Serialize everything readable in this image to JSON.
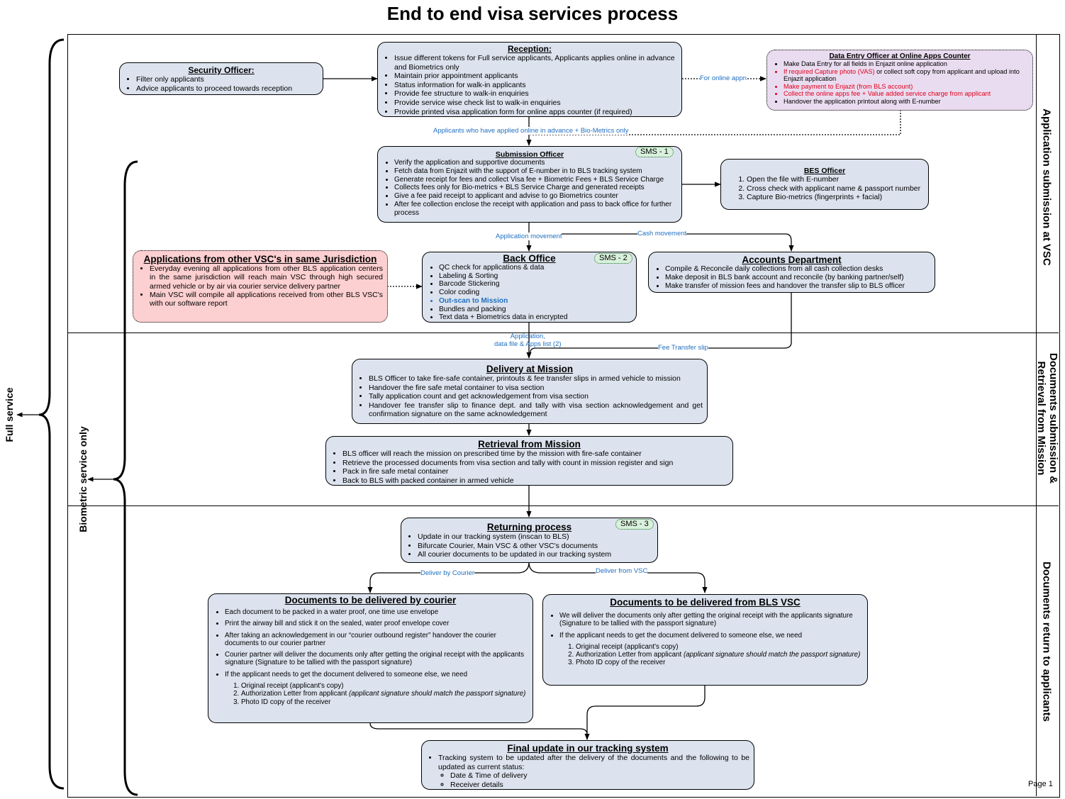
{
  "title": "End to end visa services process",
  "side_labels": {
    "full_service": "Full service",
    "biometric_service": "Biometric service only",
    "lane1": "Application submission at VSC",
    "lane2_line1": "Documents submission &",
    "lane2_line2": "Retrieval from Mission",
    "lane3": "Documents return to applicants"
  },
  "security": {
    "title": "Security Officer:",
    "items": [
      "Filter only applicants",
      "Advice applicants to proceed towards reception"
    ]
  },
  "reception": {
    "title": "Reception:",
    "items": [
      "Issue different tokens for Full service applicants, Applicants applies online in advance and Biometrics only",
      "Maintain prior appointment applicants",
      "Status information for walk-in applicants",
      "Provide fee structure to walk-in enquiries",
      "Provide service wise check list to walk-in enquiries",
      "Provide printed visa application form for online apps counter (if required)"
    ]
  },
  "data_entry": {
    "title": "Data Entry Officer at Online Apps Counter",
    "items": [
      {
        "text": "Make Data Entry for all fields in Enjazit online application",
        "color": "#000000"
      },
      {
        "text": "If required Capture photo (VAS)",
        "color": "#e0001b"
      },
      {
        "text": " or collect soft copy from applicant and upload into Enjazit application",
        "color": "#000000"
      },
      {
        "text": "Make payment to Enjazit (from BLS account)",
        "color": "#e0001b"
      },
      {
        "text": "Collect the online apps fee + Value added service charge from applicant",
        "color": "#e0001b"
      },
      {
        "text": "Handover the application printout along with E-number",
        "color": "#000000"
      }
    ]
  },
  "submission": {
    "title": "Submission Officer",
    "badge": "SMS - 1",
    "items": [
      "Verify the application and supportive documents",
      "Fetch data from Enjazit with the support of E-number in to BLS tracking system",
      "Generate receipt for fees and collect Visa fee + Biometric Fees + BLS Service Charge",
      "Collects fees only for Bio-metrics + BLS Service Charge and generated receipts",
      "Give a fee paid receipt to applicant and advise to go Biometrics counter",
      "After fee collection enclose the receipt with application and pass to back office for further process"
    ]
  },
  "bes": {
    "title": "BES Officer",
    "items": [
      "Open the file with E-number",
      "Cross check with applicant name & passport number",
      "Capture Bio-metrics (fingerprints + facial)"
    ]
  },
  "other_vsc": {
    "title": "Applications from other VSC's in same Jurisdiction",
    "items": [
      "Everyday evening all applications from other BLS application centers in the same jurisdiction will reach main VSC through high secured armed vehicle or by air via courier service delivery partner",
      "Main VSC will compile all applications received from other BLS VSC's with our software report"
    ]
  },
  "back_office": {
    "title": "Back Office",
    "badge": "SMS - 2",
    "items": [
      {
        "text": "QC check for applications & data",
        "highlight": false
      },
      {
        "text": "Labeling & Sorting",
        "highlight": false
      },
      {
        "text": "Barcode Stickering",
        "highlight": false
      },
      {
        "text": "Color coding",
        "highlight": false
      },
      {
        "text": "Out-scan to Mission",
        "highlight": true
      },
      {
        "text": "Bundles and packing",
        "highlight": false
      },
      {
        "text": "Text data + Biometrics data in encrypted",
        "highlight": false
      }
    ]
  },
  "accounts": {
    "title": "Accounts Department",
    "items": [
      "Compile & Reconcile daily collections from all cash collection desks",
      "Make deposit in BLS bank account and reconcile (by banking partner/self)",
      "Make transfer of mission fees and handover the transfer slip to BLS officer"
    ]
  },
  "delivery_mission": {
    "title": "Delivery at Mission",
    "items": [
      "BLS Officer to take fire-safe container, printouts & fee transfer slips in armed vehicle to mission",
      "Handover the fire safe metal container to visa section",
      "Tally application count and get acknowledgement from visa section",
      "Handover fee transfer slip to finance dept. and tally with visa section acknowledgement and get confirmation signature on the same acknowledgement"
    ]
  },
  "retrieval": {
    "title": "Retrieval from Mission",
    "items": [
      "BLS officer will reach the mission on prescribed time by the mission with fire-safe container",
      "Retrieve the processed documents from visa section and tally with count in mission register and sign",
      "Pack in fire safe metal container",
      "Back to BLS with packed container in armed vehicle"
    ]
  },
  "returning": {
    "title": "Returning process",
    "badge": "SMS - 3",
    "items": [
      "Update in our tracking system (inscan to BLS)",
      "Bifurcate Courier, Main VSC & other VSC's documents",
      "All courier documents to be updated in our tracking system"
    ]
  },
  "courier": {
    "title": "Documents to be delivered by courier",
    "items": [
      "Each document to be packed in a water proof, one time use envelope",
      "Print the airway bill and stick it on the sealed, water proof envelope cover",
      "After taking an acknowledgement in our “courier outbound register” handover the courier documents to our courier partner",
      "Courier partner will deliver the documents only after getting the original receipt with the applicants signature (Signature to be tallied with the passport signature)",
      "If the applicant needs to get the document delivered  to someone else, we need"
    ],
    "sub": [
      {
        "text": "Original receipt (applicant's copy)",
        "note": ""
      },
      {
        "text": "Authorization Letter from applicant ",
        "note": "(applicant signature should match the passport signature)"
      },
      {
        "text": "Photo ID copy of the receiver",
        "note": ""
      }
    ]
  },
  "vsc_delivery": {
    "title": "Documents to be delivered from BLS VSC",
    "items": [
      "We will deliver the documents only after getting the original receipt with the applicants signature (Signature to be tallied with the passport signature)",
      "If the applicant needs to get the document delivered  to someone else, we need"
    ],
    "sub": [
      {
        "text": "Original receipt (applicant's copy)",
        "note": ""
      },
      {
        "text": "Authorization Letter from applicant ",
        "note": "(applicant signature should match the passport signature)"
      },
      {
        "text": "Photo ID copy of the receiver",
        "note": ""
      }
    ]
  },
  "final": {
    "title": "Final update in our tracking system",
    "intro": "Tracking system to be updated after the delivery of the documents and the following to be updated as current status:",
    "items": [
      "Date & Time of delivery",
      "Receiver details"
    ]
  },
  "edge_labels": {
    "online_appn": "For online appn",
    "applied_online": "Applicants who have applied online in advance + Bio-Metrics only",
    "application_movement": "Application movement",
    "cash_movement": "Cash movement",
    "app_data_line1": "Application,",
    "app_data_line2": "data file & Apps list (2)",
    "fee_slip": "Fee Transfer slip",
    "by_courier": "Deliver by Courier",
    "from_vsc": "Deliver from VSC"
  },
  "page_label": "Page 1"
}
